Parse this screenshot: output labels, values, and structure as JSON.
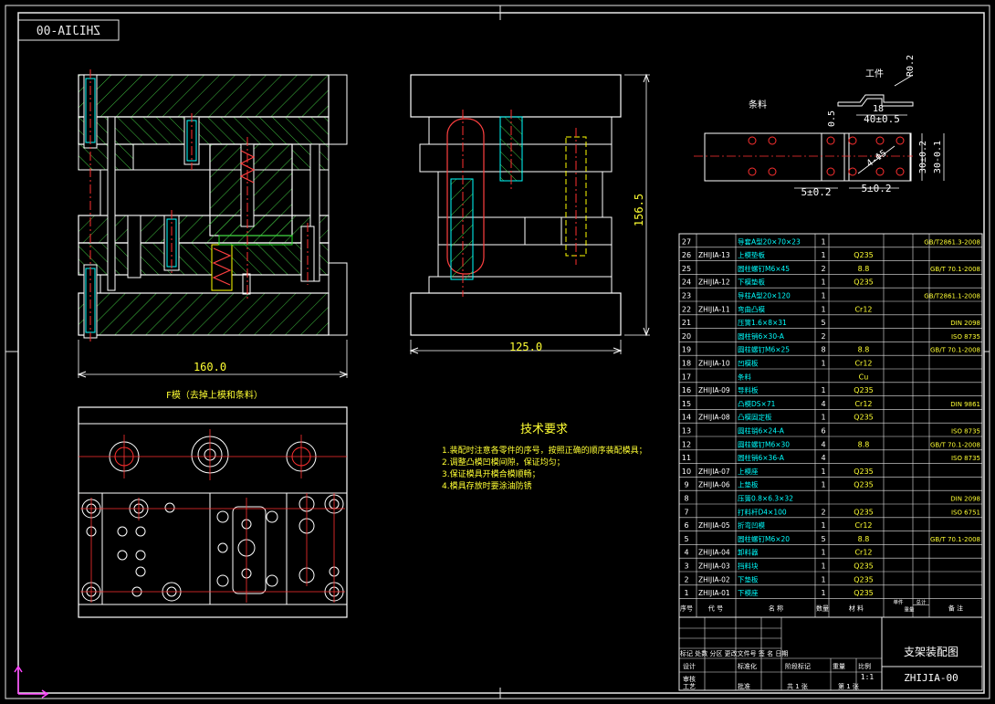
{
  "drawing": {
    "code_stamp": "ZHIJIA-00",
    "title": "支架装配图",
    "drawing_no": "ZHIJIA-00"
  },
  "views": {
    "plan_title": "F模（去掉上模和条料）",
    "strip_label": "条料",
    "part_label": "工件"
  },
  "dimensions": {
    "width_front": "160.0",
    "width_side": "125.0",
    "height_side": "156.5",
    "part_width": "40±0.5",
    "part_r": "R0.2",
    "part_thick": "0.5",
    "part_small": "18",
    "strip_pitch_1": "5±0.2",
    "strip_pitch_2": "5±0.2",
    "strip_hole": "4-Φ5",
    "strip_w1": "30±0.2",
    "strip_w2": "30-0.1"
  },
  "tech_requirements": {
    "title": "技术要求",
    "items": [
      "1.装配时注意各零件的序号，按照正确的顺序装配模具；",
      "2.调整凸模凹模间隙，保证均匀；",
      "3.保证模具开模合模顺畅；",
      "4.模具存放时要涂油防锈"
    ]
  },
  "bom": {
    "rows": [
      {
        "no": "27",
        "code": "",
        "name": "导套A型20×70×23",
        "qty": "1",
        "material": "",
        "std": "GB/T2861.3-2008"
      },
      {
        "no": "26",
        "code": "ZHIJIA-13",
        "name": "上模垫板",
        "qty": "1",
        "material": "Q235",
        "std": ""
      },
      {
        "no": "25",
        "code": "",
        "name": "圆柱螺钉M6×45",
        "qty": "2",
        "material": "8.8",
        "std": "GB/T 70.1-2008"
      },
      {
        "no": "24",
        "code": "ZHIJIA-12",
        "name": "下模垫板",
        "qty": "1",
        "material": "Q235",
        "std": ""
      },
      {
        "no": "23",
        "code": "",
        "name": "导柱A型20×120",
        "qty": "1",
        "material": "",
        "std": "GB/T2861.1-2008"
      },
      {
        "no": "22",
        "code": "ZHIJIA-11",
        "name": "弯曲凸模",
        "qty": "1",
        "material": "Cr12",
        "std": ""
      },
      {
        "no": "21",
        "code": "",
        "name": "压簧1.6×8×31",
        "qty": "5",
        "material": "",
        "std": "DIN 2098"
      },
      {
        "no": "20",
        "code": "",
        "name": "圆柱销6×30-A",
        "qty": "2",
        "material": "",
        "std": "ISO 8735"
      },
      {
        "no": "19",
        "code": "",
        "name": "圆柱螺钉M6×25",
        "qty": "8",
        "material": "8.8",
        "std": "GB/T 70.1-2008"
      },
      {
        "no": "18",
        "code": "ZHIJIA-10",
        "name": "凹模板",
        "qty": "1",
        "material": "Cr12",
        "std": ""
      },
      {
        "no": "17",
        "code": "",
        "name": "条料",
        "qty": "",
        "material": "Cu",
        "std": ""
      },
      {
        "no": "16",
        "code": "ZHIJIA-09",
        "name": "导料板",
        "qty": "1",
        "material": "Q235",
        "std": ""
      },
      {
        "no": "15",
        "code": "",
        "name": "凸模DS×71",
        "qty": "4",
        "material": "Cr12",
        "std": "DIN 9861"
      },
      {
        "no": "14",
        "code": "ZHIJIA-08",
        "name": "凸模固定板",
        "qty": "1",
        "material": "Q235",
        "std": ""
      },
      {
        "no": "13",
        "code": "",
        "name": "圆柱销6×24-A",
        "qty": "6",
        "material": "",
        "std": "ISO 8735"
      },
      {
        "no": "12",
        "code": "",
        "name": "圆柱螺钉M6×30",
        "qty": "4",
        "material": "8.8",
        "std": "GB/T 70.1-2008"
      },
      {
        "no": "11",
        "code": "",
        "name": "圆柱销6×36-A",
        "qty": "4",
        "material": "",
        "std": "ISO 8735"
      },
      {
        "no": "10",
        "code": "ZHIJIA-07",
        "name": "上模座",
        "qty": "1",
        "material": "Q235",
        "std": ""
      },
      {
        "no": "9",
        "code": "ZHIJIA-06",
        "name": "上垫板",
        "qty": "1",
        "material": "Q235",
        "std": ""
      },
      {
        "no": "8",
        "code": "",
        "name": "压簧0.8×6.3×32",
        "qty": "",
        "material": "",
        "std": "DIN 2098"
      },
      {
        "no": "7",
        "code": "",
        "name": "打料杆D4×100",
        "qty": "2",
        "material": "Q235",
        "std": "ISO 6751"
      },
      {
        "no": "6",
        "code": "ZHIJIA-05",
        "name": "折弯凹模",
        "qty": "1",
        "material": "Cr12",
        "std": ""
      },
      {
        "no": "5",
        "code": "",
        "name": "圆柱螺钉M6×20",
        "qty": "5",
        "material": "8.8",
        "std": "GB/T 70.1-2008"
      },
      {
        "no": "4",
        "code": "ZHIJIA-04",
        "name": "卸料器",
        "qty": "1",
        "material": "Cr12",
        "std": ""
      },
      {
        "no": "3",
        "code": "ZHIJIA-03",
        "name": "挡料块",
        "qty": "1",
        "material": "Q235",
        "std": ""
      },
      {
        "no": "2",
        "code": "ZHIJIA-02",
        "name": "下垫板",
        "qty": "1",
        "material": "Q235",
        "std": ""
      },
      {
        "no": "1",
        "code": "ZHIJIA-01",
        "name": "下模座",
        "qty": "1",
        "material": "Q235",
        "std": ""
      }
    ],
    "header": {
      "no": "序号",
      "code": "代 号",
      "name": "名 称",
      "qty": "数量",
      "material": "材 料",
      "single": "单件",
      "total": "总计",
      "weight": "重量",
      "remark": "备 注"
    }
  },
  "title_block": {
    "mark_row": "标记 处数 分区 更改文件号 签 名 日期",
    "design": "设计",
    "std": "标准化",
    "stage": "阶段标记",
    "weight": "重量",
    "scale": "比例",
    "scale_value": "1:1",
    "review": "审核",
    "process": "工艺",
    "approve": "批准",
    "total_sheets": "共 1 张",
    "sheet": "第 1 张"
  },
  "colors": {
    "frame": "#e8e8e8",
    "outline": "#ffffff",
    "hatch": "#3fbf3f",
    "hidden": "#ffff00",
    "center": "#ff3030",
    "cyan": "#00ffff",
    "yellow": "#ffff33",
    "magenta": "#ff44ff",
    "blue": "#3a5cff",
    "green": "#22dd22"
  }
}
